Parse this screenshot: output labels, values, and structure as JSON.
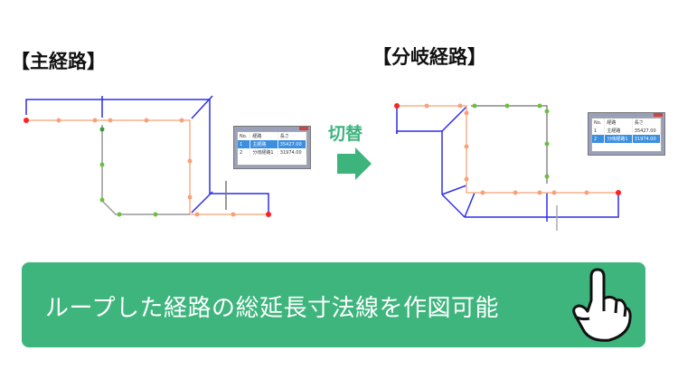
{
  "left_panel": {
    "title": "【主経路】",
    "dialog": {
      "headers": [
        "No.",
        "経路",
        "長さ"
      ],
      "rows": [
        {
          "no": "1",
          "route": "主経路",
          "length": "35427.00",
          "selected": true
        },
        {
          "no": "2",
          "route": "分岐経路1",
          "length": "31974.00",
          "selected": false
        }
      ]
    }
  },
  "right_panel": {
    "title": "【分岐経路】",
    "dialog": {
      "headers": [
        "No.",
        "経路",
        "長さ"
      ],
      "rows": [
        {
          "no": "1",
          "route": "主経路",
          "length": "35427.00",
          "selected": false
        },
        {
          "no": "2",
          "route": "分岐経路1",
          "length": "31974.00",
          "selected": true
        }
      ]
    }
  },
  "switch": {
    "label": "切替",
    "icon": "right-arrow-icon"
  },
  "banner": {
    "text": "ループした経路の総延長寸法線を作図可能",
    "icon": "pointing-hand-icon"
  },
  "colors": {
    "accent": "#3db57d",
    "dimension_line": "#2f2fe8",
    "route": "#f7b08a",
    "selected_route": "#888888",
    "endpoint": "#ff2020"
  }
}
